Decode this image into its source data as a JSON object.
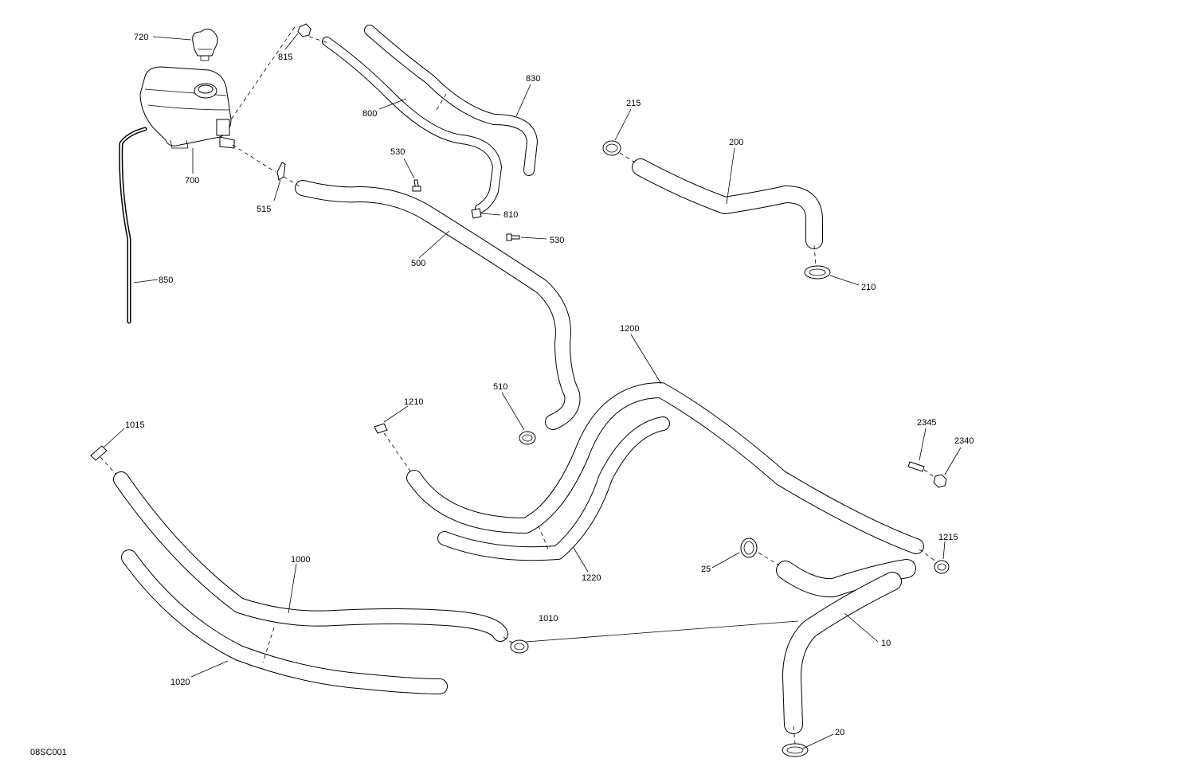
{
  "figure_code": "08SC001",
  "callouts": [
    {
      "id": "720",
      "text": "720"
    },
    {
      "id": "815",
      "text": "815"
    },
    {
      "id": "700",
      "text": "700"
    },
    {
      "id": "850",
      "text": "850"
    },
    {
      "id": "515",
      "text": "515"
    },
    {
      "id": "530a",
      "text": "530"
    },
    {
      "id": "530b",
      "text": "530"
    },
    {
      "id": "810",
      "text": "810"
    },
    {
      "id": "800",
      "text": "800"
    },
    {
      "id": "830",
      "text": "830"
    },
    {
      "id": "500",
      "text": "500"
    },
    {
      "id": "215",
      "text": "215"
    },
    {
      "id": "200",
      "text": "200"
    },
    {
      "id": "210",
      "text": "210"
    },
    {
      "id": "510",
      "text": "510"
    },
    {
      "id": "1200",
      "text": "1200"
    },
    {
      "id": "1210",
      "text": "1210"
    },
    {
      "id": "1015",
      "text": "1015"
    },
    {
      "id": "2345",
      "text": "2345"
    },
    {
      "id": "2340",
      "text": "2340"
    },
    {
      "id": "1215",
      "text": "1215"
    },
    {
      "id": "25",
      "text": "25"
    },
    {
      "id": "1220",
      "text": "1220"
    },
    {
      "id": "1000",
      "text": "1000"
    },
    {
      "id": "1010",
      "text": "1010"
    },
    {
      "id": "1020",
      "text": "1020"
    },
    {
      "id": "10",
      "text": "10"
    },
    {
      "id": "20",
      "text": "20"
    }
  ]
}
